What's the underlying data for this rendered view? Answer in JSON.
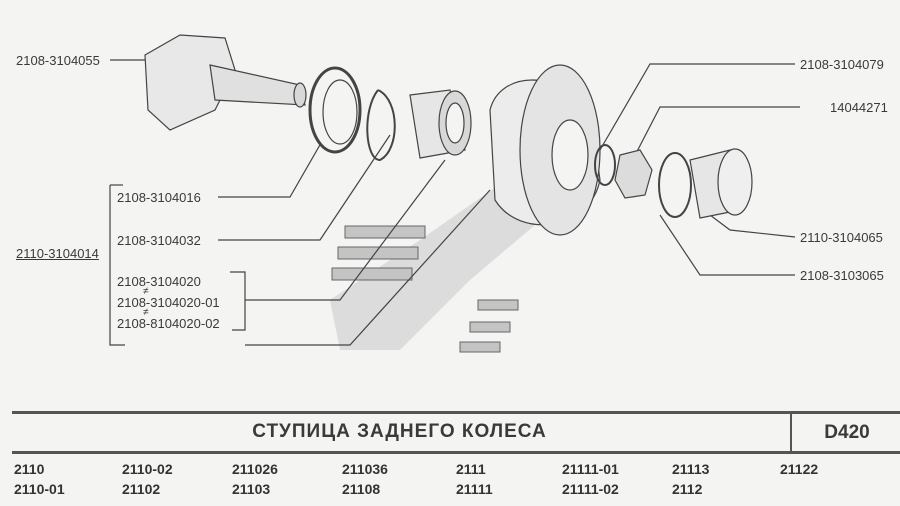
{
  "diagram": {
    "title": "СТУПИЦА ЗАДНЕГО КОЛЕСА",
    "code": "D420",
    "parts": {
      "axle": "2108-3104055",
      "assembly": "2110-3104014",
      "oil_seal": "2108-3104016",
      "retaining_ring": "2108-3104032",
      "bearing_1": "2108-3104020",
      "bearing_2": "2108-3104020-01",
      "bearing_3": "2108-8104020-02",
      "washer": "2108-3104079",
      "nut": "14044271",
      "cap": "2110-3104065",
      "o_ring": "2108-3103065"
    },
    "interchange_symbol": "≠"
  },
  "models": [
    [
      "2110",
      "2110-01"
    ],
    [
      "2110-02",
      "21102"
    ],
    [
      "211026",
      "21103"
    ],
    [
      "211036",
      "21108"
    ],
    [
      "2111",
      "21111"
    ],
    [
      "21111-01",
      "21111-02"
    ],
    [
      "21113",
      "2112"
    ],
    [
      "21122"
    ]
  ]
}
